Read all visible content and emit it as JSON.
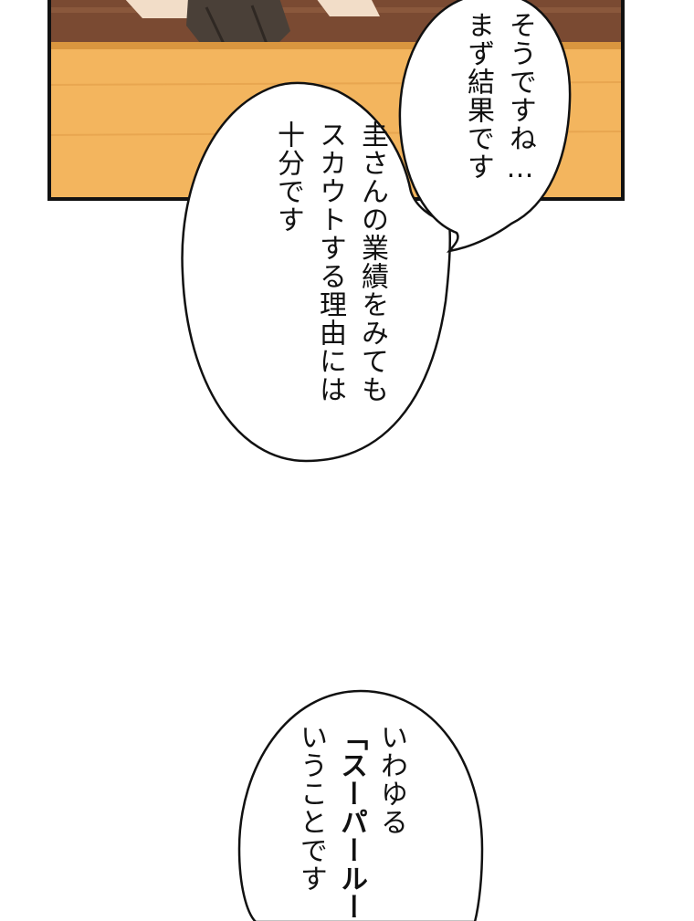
{
  "panel": {
    "scene": "office-desk-scene",
    "colors": {
      "wall": "#7a4a32",
      "desk": "#f3b55e",
      "desk_shadow": "#d9963f",
      "figure": "#4a4038",
      "frame": "#111111"
    }
  },
  "bubbles": [
    {
      "lines": [
        "そうですね…",
        "まず結果です"
      ]
    },
    {
      "lines": [
        "圭さんの業績をみても",
        "スカウトする理由には",
        "十分です"
      ]
    },
    {
      "lines": [
        "いわゆる",
        "「スーパールー",
        "いうことです"
      ]
    }
  ]
}
